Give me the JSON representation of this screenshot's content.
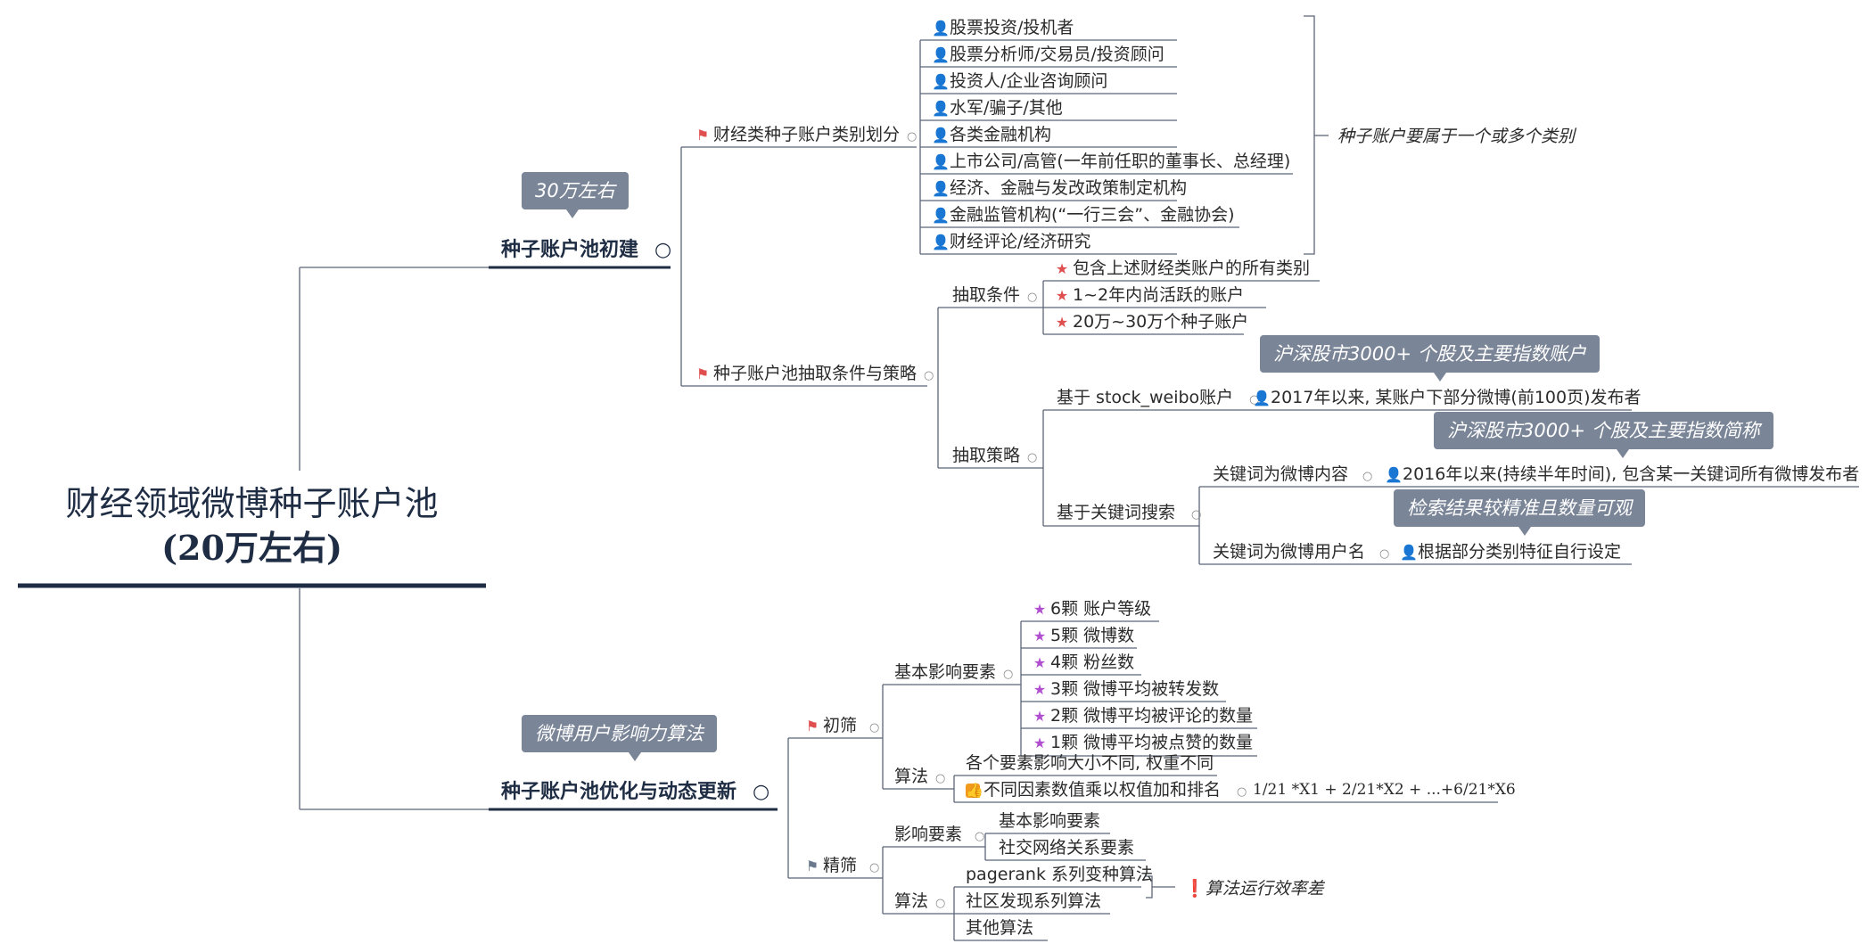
{
  "root": {
    "line1": "财经领域微博种子账户池",
    "line2": "(20万左右)"
  },
  "branch1": {
    "title": "种子账户池初建",
    "callout": "30万左右",
    "category": {
      "label": "财经类种子账户类别划分",
      "items": [
        "股票投资/投机者",
        "股票分析师/交易员/投资顾问",
        "投资人/企业咨询顾问",
        "水军/骗子/其他",
        "各类金融机构",
        "上市公司/高管(一年前任职的董事长、总经理)",
        "经济、金融与发改政策制定机构",
        "金融监管机构(“一行三会”、金融协会)",
        "财经评论/经济研究"
      ],
      "note": "种子账户要属于一个或多个类别"
    },
    "extraction": {
      "label": "种子账户池抽取条件与策略",
      "conditions": {
        "label": "抽取条件",
        "items": [
          "包含上述财经类账户的所有类别",
          "1~2年内尚活跃的账户",
          "20万~30万个种子账户"
        ]
      },
      "strategy": {
        "label": "抽取策略",
        "weibo": {
          "label": "基于 stock_weibo账户",
          "result": "2017年以来, 某账户下部分微博(前100页)发布者",
          "callout": "沪深股市3000+ 个股及主要指数账户"
        },
        "keyword": {
          "label": "基于关键词搜索",
          "content": {
            "label": "关键词为微博内容",
            "result": "2016年以来(持续半年时间), 包含某一关键词所有微博发布者",
            "callout": "沪深股市3000+ 个股及主要指数简称"
          },
          "username": {
            "label": "关键词为微博用户名",
            "result": "根据部分类别特征自行设定",
            "callout": "检索结果较精准且数量可观"
          }
        }
      }
    }
  },
  "branch2": {
    "title": "种子账户池优化与动态更新",
    "callout": "微博用户影响力算法",
    "initial": {
      "label": "初筛",
      "factors": {
        "label": "基本影响要素",
        "items": [
          "6颗 账户等级",
          "5颗 微博数",
          "4颗 粉丝数",
          "3颗 微博平均被转发数",
          "2颗 微博平均被评论的数量",
          "1颗 微博平均被点赞的数量"
        ]
      },
      "algorithm": {
        "label": "算法",
        "item1": "各个要素影响大小不同, 权重不同",
        "item2": "不同因素数值乘以权值加和排名",
        "formula": "1/21 *X1 + 2/21*X2 + ...+6/21*X6"
      }
    },
    "fine": {
      "label": "精筛",
      "factors": {
        "label": "影响要素",
        "items": [
          "基本影响要素",
          "社交网络关系要素"
        ]
      },
      "algorithm": {
        "label": "算法",
        "items": [
          "pagerank 系列变种算法",
          "社区发现系列算法",
          "其他算法"
        ],
        "note": "算法运行效率差"
      }
    }
  },
  "colors": {
    "line": "#5c6678",
    "callout": "#7a8597",
    "root_text": "#1f2d44",
    "person_red": "#e04f4f",
    "person_green": "#2aa84a",
    "star_purple": "#b14fd0",
    "warning": "#f29a1e"
  }
}
